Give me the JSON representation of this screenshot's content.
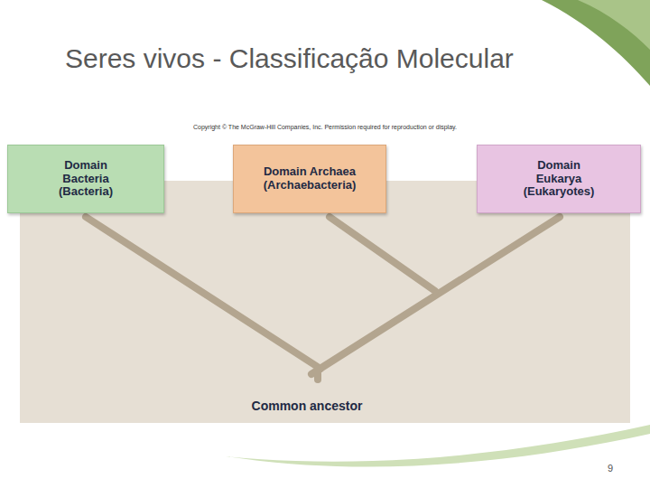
{
  "diagram": {
    "title": "Seres vivos -  Classificação Molecular",
    "nodes": [
      {
        "text": [
          "Domain Bacteria (Bacteria)"
        ]
      },
      {
        "text": [
          "Domain Archaea (Archaebacteria)"
        ]
      },
      {
        "text": [
          "Domain Eukarya (Eukaryotes)"
        ]
      }
    ],
    "labels": [
      "Copyright © The McGraw-Hill Companies, Inc. Permission required for reproduction or display.",
      "Common ancestor",
      "9"
    ]
  }
}
